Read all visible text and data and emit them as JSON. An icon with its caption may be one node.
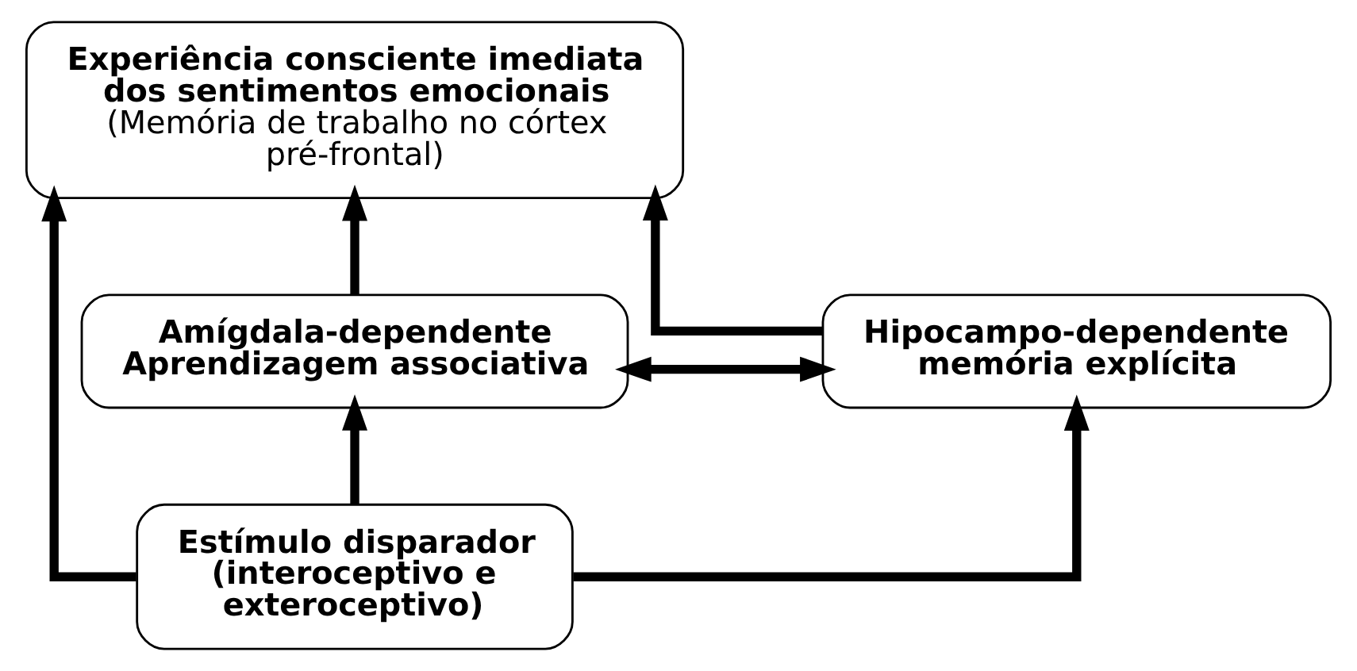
{
  "diagram": {
    "nodes": [
      {
        "text": [
          "Experiência consciente imediata dos sentimentos emocionais",
          "(Memória de trabalho no córtex pré-frontal)"
        ]
      },
      {
        "text": [
          "Amígdala-dependente Aprendizagem associativa"
        ]
      },
      {
        "text": [
          "Hipocampo-dependente memória explícita"
        ]
      },
      {
        "text": [
          "Estímulo disparador (interoceptivo e exteroceptivo)"
        ]
      }
    ],
    "edges": [
      {
        "from": 1,
        "to": 0,
        "arrow": "to"
      },
      {
        "from": 2,
        "to": 0,
        "arrow": "to"
      },
      {
        "from": 1,
        "to": 2,
        "arrow": "both"
      },
      {
        "from": 3,
        "to": 0,
        "arrow": "to"
      },
      {
        "from": 3,
        "to": 1,
        "arrow": "to"
      },
      {
        "from": 3,
        "to": 2,
        "arrow": "to"
      }
    ]
  }
}
